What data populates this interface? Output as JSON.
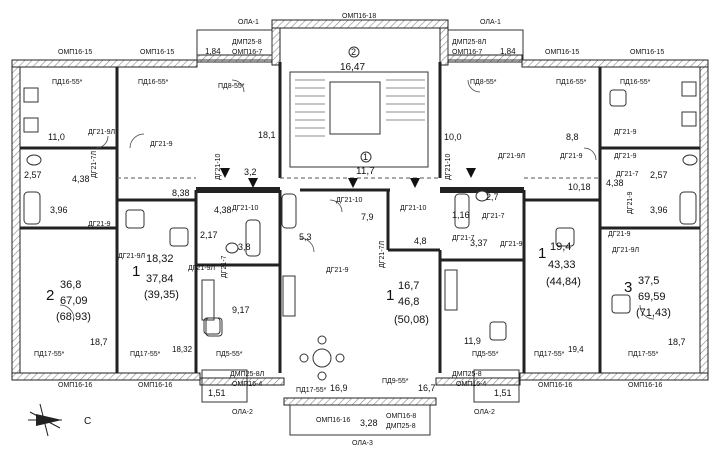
{
  "top_labels": {
    "ola_1_left": "ОЛА-1",
    "ola_1_right": "ОЛА-1",
    "omp16_18": "ОМП16-18",
    "dmp25_8": "ДМП25-8",
    "omp16_7_left": "ОМП16-7",
    "dmp25_8l": "ДМП25-8Л",
    "omp16_7_right": "ОМП16-7",
    "omp16_15": [
      "ОМП16-15",
      "ОМП16-15",
      "ОМП16-15",
      "ОМП16-15"
    ],
    "balc_left": "1,84",
    "balc_right": "1,84"
  },
  "stair": {
    "number": "2",
    "area": "16,47"
  },
  "hall": {
    "number": "1",
    "area": "11,7"
  },
  "apartments": [
    {
      "rooms": "2",
      "living": "36,8",
      "total": "67,09",
      "total_with_balcony": "(68,93)"
    },
    {
      "rooms": "1",
      "living": "18,32",
      "total": "37,84",
      "total_with_balcony": "(39,35)"
    },
    {
      "rooms": "1",
      "living": "16,7",
      "total": "46,8",
      "total_with_balcony": "(50,08)"
    },
    {
      "rooms": "1",
      "living": "19,4",
      "total": "43,33",
      "total_with_balcony": "(44,84)"
    },
    {
      "rooms": "3",
      "living": "37,5",
      "total": "69,59",
      "total_with_balcony": "(71,43)"
    }
  ],
  "rooms": {
    "a": "11,0",
    "b": "2,57",
    "c": "4,38",
    "d": "3,96",
    "e": "18,7",
    "f": "18,1",
    "g": "8,38",
    "h": "3,2",
    "i": "4,38",
    "j": "2,17",
    "k": "3,8",
    "l": "9,17",
    "m": "18,32",
    "n": "5,3",
    "o": "7,9",
    "p": "4,8",
    "q": "10,0",
    "r": "8,8",
    "s": "10,18",
    "t": "2,7",
    "u": "1,16",
    "v": "3,37",
    "w": "11,9",
    "x": "19,4",
    "y": "4,38",
    "z": "2,57",
    "aa": "3,96",
    "ab": "18,7",
    "ac": "16,9",
    "ad": "16,7",
    "ae": "1,51",
    "af": "1,51",
    "ag": "3,28"
  },
  "doors": {
    "dg21_9l_1": "ДГ21-9Л",
    "dg21_7l": "ДГ21-7Л",
    "dg21_9_1": "ДГ21-9",
    "dg21_9_2": "ДГ21-9",
    "dg21_9l_2": "ДГ21-9Л",
    "dg21_7_1": "ДГ21-7",
    "dg21_10_1": "ДГ21-10",
    "dg21_10_2": "ДГ21-10",
    "dg21_10_3": "ДГ21-10",
    "dg21_10_4": "ДГ21-10",
    "dg21_10_5": "ДГ21-10",
    "dg21_9_3": "ДГ21-9",
    "dg21_9l_3": "ДГ21-9Л",
    "dg21_9l_4": "ДГ21-9Л",
    "dg21_9_4": "ДГ21-9",
    "dg21_9_5": "ДГ21-9",
    "dg21_7_2": "ДГ21-7",
    "dg21_7_3": "ДГ21-7",
    "dg21_7l_2": "ДГ21-7Л",
    "dg21_9_6": "ДГ21-9",
    "dg21_9_7": "ДГ21-9",
    "dg21_9l_5": "ДГ21-9Л",
    "dg21_9_8": "ДГ21-9",
    "dg21_7_4": "ДГ21-7",
    "dg21_9_9": "ДГ21-9"
  },
  "openings": {
    "pd16_55_1": "ПД16-55*",
    "pd16_55_2": "ПД16-55*",
    "pd8_55_1": "ПД8-55*",
    "pd8_55_2": "ПД8-55*",
    "pd16_55_3": "ПД16-55*",
    "pd16_55_4": "ПД16-55*",
    "pd17_55_1": "ПД17-55*",
    "pd17_55_2": "ПД17-55*",
    "pd5_55_1": "ПД5-55*",
    "pd17_55_3": "ПД17-55*",
    "pd9_55": "ПД9-55*",
    "pd5_55_2": "ПД5-55*",
    "pd17_55_4": "ПД17-55*",
    "pd17_55_5": "ПД17-55*"
  },
  "bottom_labels": {
    "omp16_16": [
      "ОМП16-16",
      "ОМП16-16",
      "ОМП16-16",
      "ОМП16-16",
      "ОМП16-16"
    ],
    "dmp25_8l": "ДМП25-8Л",
    "omp16_4_left": "ОМП16-4",
    "dmp25_8": "ДМП25-8",
    "omp16_4_right": "ОМП16-4",
    "ola_2_left": "ОЛА-2",
    "ola_2_right": "ОЛА-2",
    "ola_3": "ОЛА-3",
    "omp16_8": "ОМП16-8",
    "dmp25_8_b": "ДМП25-8"
  },
  "compass": {
    "letter": "С"
  }
}
